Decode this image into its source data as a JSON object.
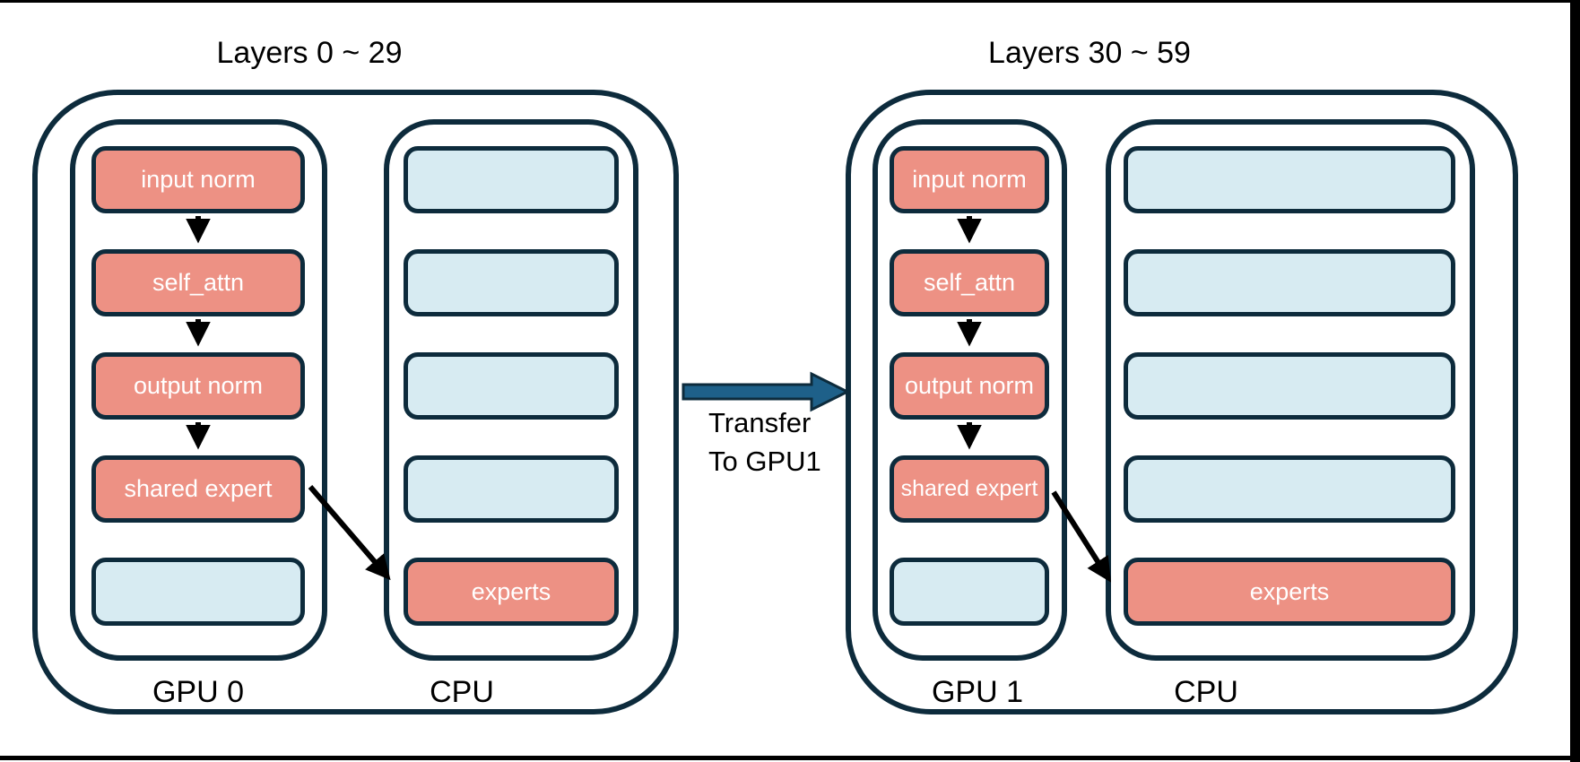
{
  "diagram": {
    "description_visible_text_only": true,
    "groups": [
      {
        "title": "Layers 0 ~ 29",
        "columns": [
          {
            "label": "GPU 0",
            "boxes": [
              "input norm",
              "self_attn",
              "output norm",
              "shared expert",
              ""
            ]
          },
          {
            "label": "CPU",
            "boxes": [
              "",
              "",
              "",
              "",
              "experts"
            ]
          }
        ]
      },
      {
        "title": "Layers 30 ~ 59",
        "columns": [
          {
            "label": "GPU 1",
            "boxes": [
              "input norm",
              "self_attn",
              "output norm",
              "shared expert",
              ""
            ]
          },
          {
            "label": "CPU",
            "boxes": [
              "",
              "",
              "",
              "",
              "experts"
            ]
          }
        ]
      }
    ],
    "transfer": {
      "line1": "Transfer",
      "line2": "To GPU1"
    },
    "colors": {
      "module_box_fill": "#ED9184",
      "empty_box_fill": "#D7EBF2",
      "outline": "#0D2B3C",
      "transfer_arrow_fill": "#1E6089",
      "flow_arrow": "#000000",
      "text_on_box": "#ffffff",
      "text_default": "#000000"
    }
  }
}
